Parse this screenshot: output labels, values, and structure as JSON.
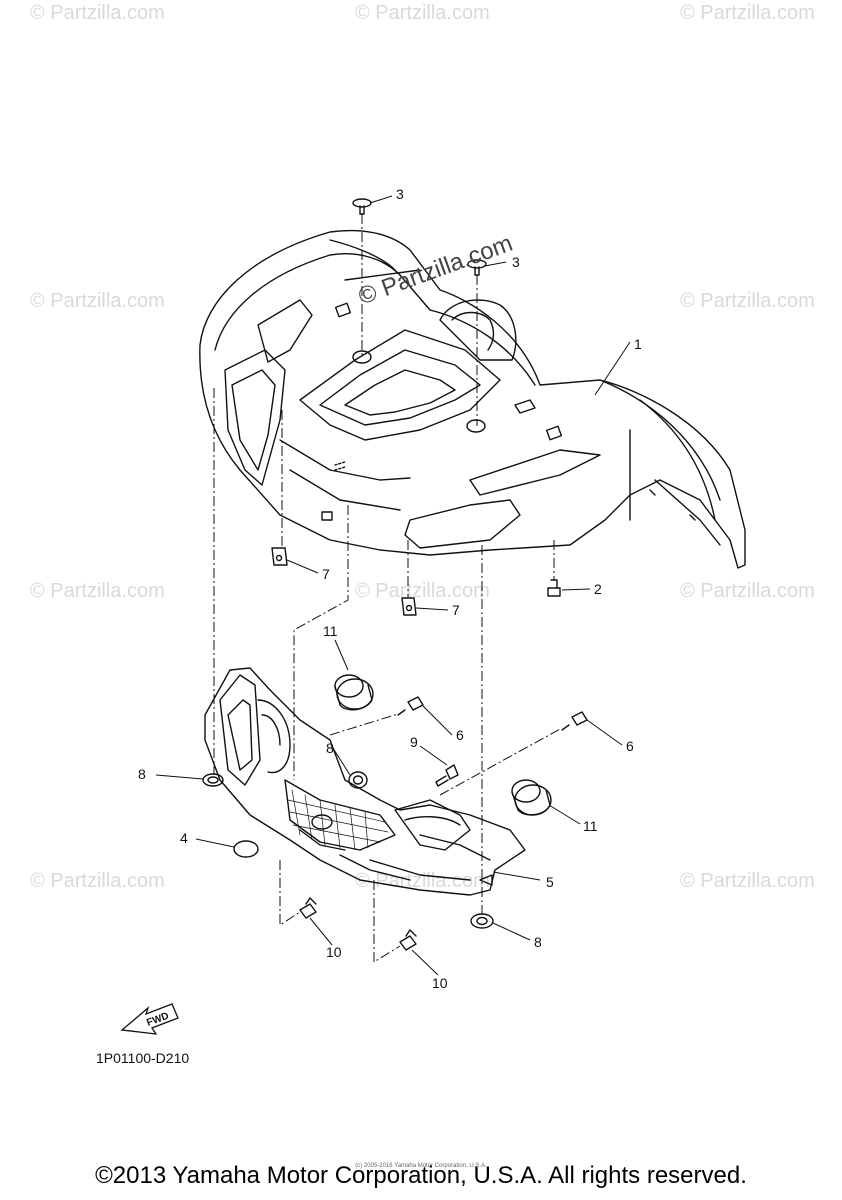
{
  "watermark_text": "© Partzilla.com",
  "center_watermark": "© Partzilla.com",
  "callouts": {
    "c1": "1",
    "c2": "2",
    "c3a": "3",
    "c3b": "3",
    "c4": "4",
    "c5": "5",
    "c6a": "6",
    "c6b": "6",
    "c7a": "7",
    "c7b": "7",
    "c8a": "8",
    "c8b": "8",
    "c8c": "8",
    "c9": "9",
    "c10a": "10",
    "c10b": "10",
    "c11a": "11",
    "c11b": "11"
  },
  "fwd_label": "FWD",
  "drawing_code": "1P01100-D210",
  "small_copyright": "(c) 2005-2016 Yamaha Motor Corporation, U.S.A.",
  "copyright": "©2013 Yamaha Motor Corporation, U.S.A. All rights reserved."
}
